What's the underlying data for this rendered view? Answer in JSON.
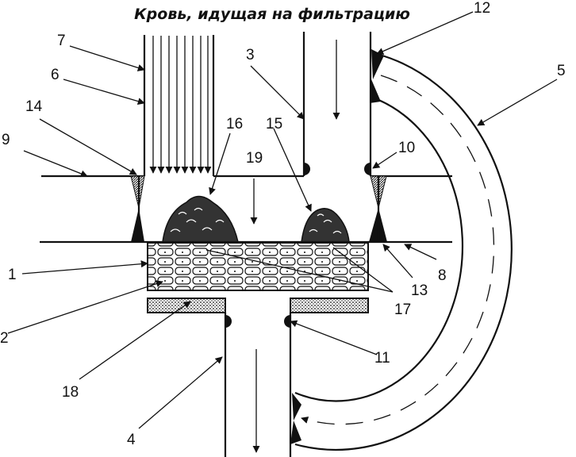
{
  "title": "Кровь, идущая на фильтрацию",
  "labels": {
    "n1": "1",
    "n2": "2",
    "n3": "3",
    "n4": "4",
    "n5": "5",
    "n6": "6",
    "n7": "7",
    "n8": "8",
    "n9": "9",
    "n10": "10",
    "n11": "11",
    "n12": "12",
    "n13": "13",
    "n14": "14",
    "n15": "15",
    "n16": "16",
    "n17": "17",
    "n18": "18",
    "n19": "19"
  }
}
